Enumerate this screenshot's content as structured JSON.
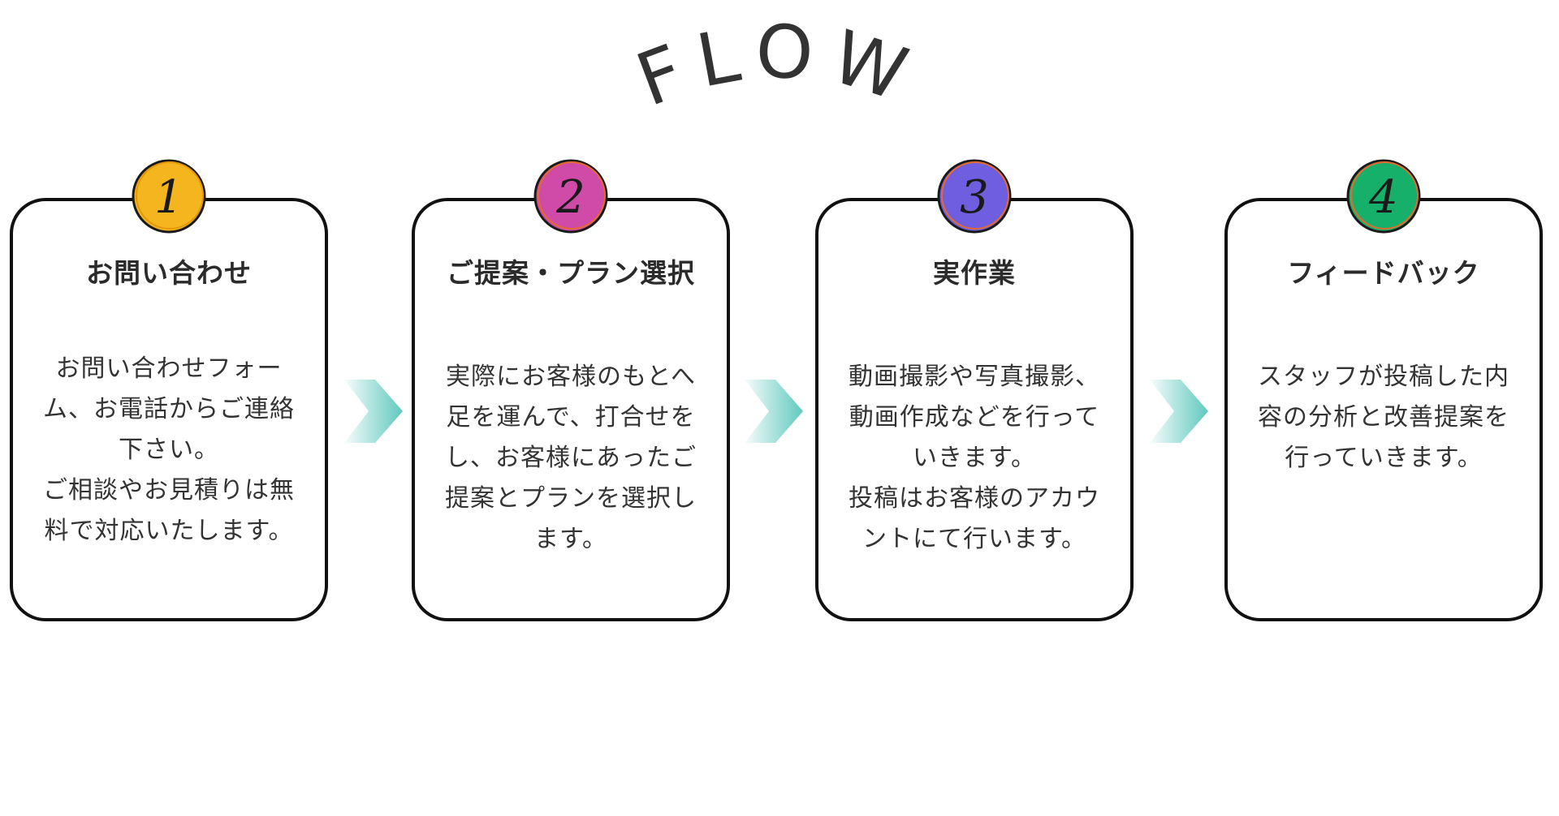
{
  "title": "FLOW",
  "colors": {
    "step1": "#f5b51e",
    "step2": "#d04aa7",
    "step3": "#6f5ee0",
    "step4": "#17b06a",
    "arrow": "#5fc9be",
    "border": "#111111"
  },
  "steps": [
    {
      "number": "1",
      "title": "お問い合わせ",
      "description": "お問い合わせフォー\nム、お電話からご連絡\n下さい。\nご相談やお見積りは無\n料で対応いたします。"
    },
    {
      "number": "2",
      "title": "ご提案・プラン選択",
      "description": "実際にお客様のもとへ\n足を運んで、打合せを\nし、お客様にあったご\n提案とプランを選択し\nます。"
    },
    {
      "number": "3",
      "title": "実作業",
      "description": "動画撮影や写真撮影、\n動画作成などを行って\nいきます。\n投稿はお客様のアカウ\nントにて行います。"
    },
    {
      "number": "4",
      "title": "フィードバック",
      "description": "スタッフが投稿した内\n容の分析と改善提案を\n行っていきます。"
    }
  ]
}
